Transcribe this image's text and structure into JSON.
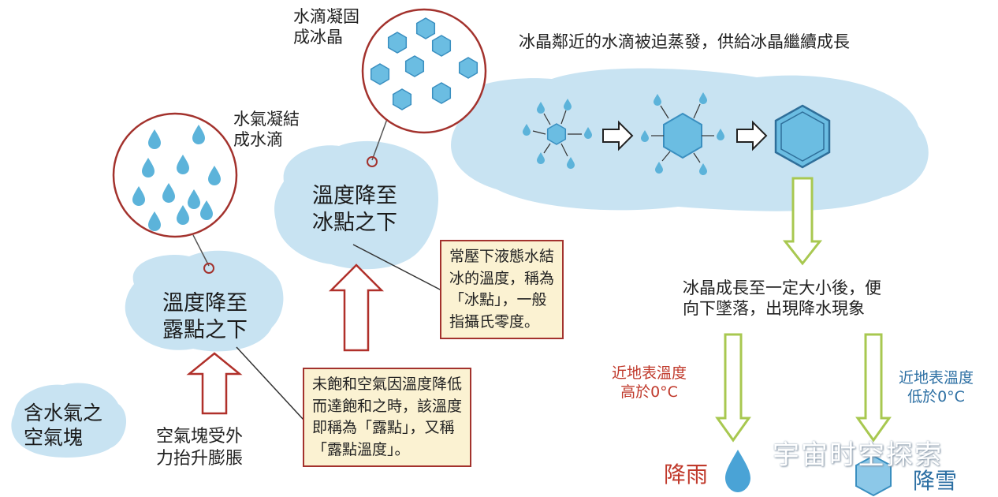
{
  "labels": {
    "cloud_start": "含水氣之\n空氣塊",
    "lift": "空氣塊受外\n力抬升膨脹",
    "cloud_dew": "溫度降至\n露點之下",
    "condense": "水氣凝結\n成水滴",
    "cloud_freeze": "溫度降至\n冰點之下",
    "freeze": "水滴凝固\n成冰晶",
    "evaporate": "冰晶鄰近的水滴被迫蒸發，供給冰晶繼續成長",
    "fall": "冰晶成長至一定大小後，便\n向下墜落，出現降水現象",
    "warm_surface": "近地表溫度\n高於0°C",
    "cold_surface": "近地表溫度\n低於0°C",
    "rain": "降雨",
    "snow": "降雪"
  },
  "notes": {
    "dew_point": "未飽和空氣因溫度降低\n而達飽和之時，該溫度\n即稱為「露點」，又稱\n「露點溫度」。",
    "freezing_point": "常壓下液態水結\n冰的溫度，稱為\n「冰點」，一般\n指攝氏零度。"
  },
  "watermark": "宇宙时空探索",
  "colors": {
    "cloud": "#c8e3f2",
    "crystal": "#5cb3da",
    "outline": "#a3322d",
    "green_arrow": "#a8c850",
    "note_bg": "#fbf2d2"
  }
}
